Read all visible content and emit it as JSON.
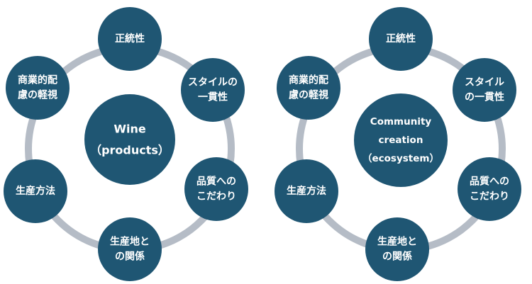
{
  "colors": {
    "node_fill": "#1f5673",
    "ring": "#b5bcc6",
    "text": "#ffffff",
    "background": "#ffffff"
  },
  "diagrams": [
    {
      "id": "wine",
      "center": {
        "lines": [
          "Wine",
          "（products）"
        ]
      },
      "nodes": [
        {
          "id": "authenticity",
          "lines": [
            "正統性"
          ]
        },
        {
          "id": "style",
          "lines": [
            "スタイルの",
            "一貫性"
          ]
        },
        {
          "id": "quality",
          "lines": [
            "品質への",
            "こだわり"
          ]
        },
        {
          "id": "place",
          "lines": [
            "生産地と",
            "の関係"
          ]
        },
        {
          "id": "method",
          "lines": [
            "生産方法"
          ]
        },
        {
          "id": "commerce",
          "lines": [
            "商業的配",
            "慮の軽視"
          ]
        }
      ]
    },
    {
      "id": "community",
      "center": {
        "lines": [
          "Community",
          "creation",
          "（ecosystem）"
        ]
      },
      "nodes": [
        {
          "id": "authenticity",
          "lines": [
            "正統性"
          ]
        },
        {
          "id": "style",
          "lines": [
            "スタイル",
            "の一貫性"
          ]
        },
        {
          "id": "quality",
          "lines": [
            "品質への",
            "こだわり"
          ]
        },
        {
          "id": "place",
          "lines": [
            "生産地と",
            "の関係"
          ]
        },
        {
          "id": "method",
          "lines": [
            "生産方法"
          ]
        },
        {
          "id": "commerce",
          "lines": [
            "商業的配",
            "慮の軽視"
          ]
        }
      ]
    }
  ]
}
